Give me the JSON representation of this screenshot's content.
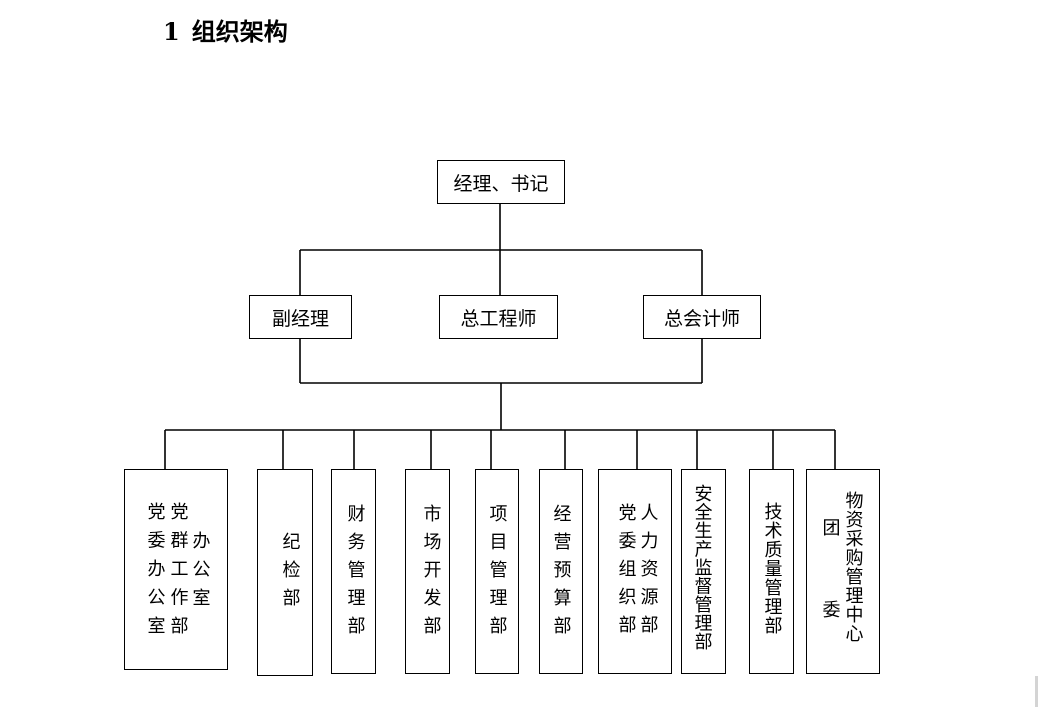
{
  "heading": {
    "number": "1",
    "title": "组织架构"
  },
  "top": {
    "label": "经理、书记"
  },
  "second_row": [
    {
      "label": "副经理"
    },
    {
      "label": "总工程师"
    },
    {
      "label": "总会计师"
    }
  ],
  "departments": [
    {
      "columns": [
        "党委办公室",
        "党群工作部",
        "办公室"
      ]
    },
    {
      "columns": [
        "纪检部"
      ]
    },
    {
      "columns": [
        "财务管理部"
      ]
    },
    {
      "columns": [
        "市场开发部"
      ]
    },
    {
      "columns": [
        "项目管理部"
      ]
    },
    {
      "columns": [
        "经营预算部"
      ]
    },
    {
      "columns": [
        "党委组织部",
        "人力资源部"
      ]
    },
    {
      "columns": [
        "安全生产监督管理部"
      ]
    },
    {
      "columns": [
        "技术质量管理部"
      ]
    },
    {
      "columns": [
        "团委",
        "物资采购管理中心"
      ]
    }
  ]
}
